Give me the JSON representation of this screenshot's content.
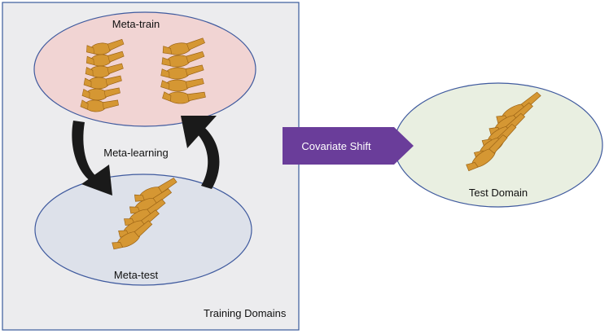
{
  "labels": {
    "meta_train": "Meta-train",
    "meta_learning": "Meta-learning",
    "meta_test": "Meta-test",
    "training_domains": "Training Domains",
    "covariate_shift": "Covariate Shift",
    "test_domain": "Test Domain"
  },
  "colors": {
    "training_panel_fill": "#ececee",
    "training_panel_border": "#3a5a9a",
    "meta_train_fill": "#f1d4d3",
    "meta_test_fill": "#dde1ea",
    "test_domain_fill": "#e9efe1",
    "ellipse_border": "#3f5a9e",
    "arrow_dark": "#1a1a1a",
    "covariate_shift_arrow": "#6a3d9a",
    "bone": "#d59733"
  },
  "icons": [
    "spine-vertebrae-illustration",
    "curved-arrow-down",
    "curved-arrow-up",
    "right-arrow"
  ]
}
